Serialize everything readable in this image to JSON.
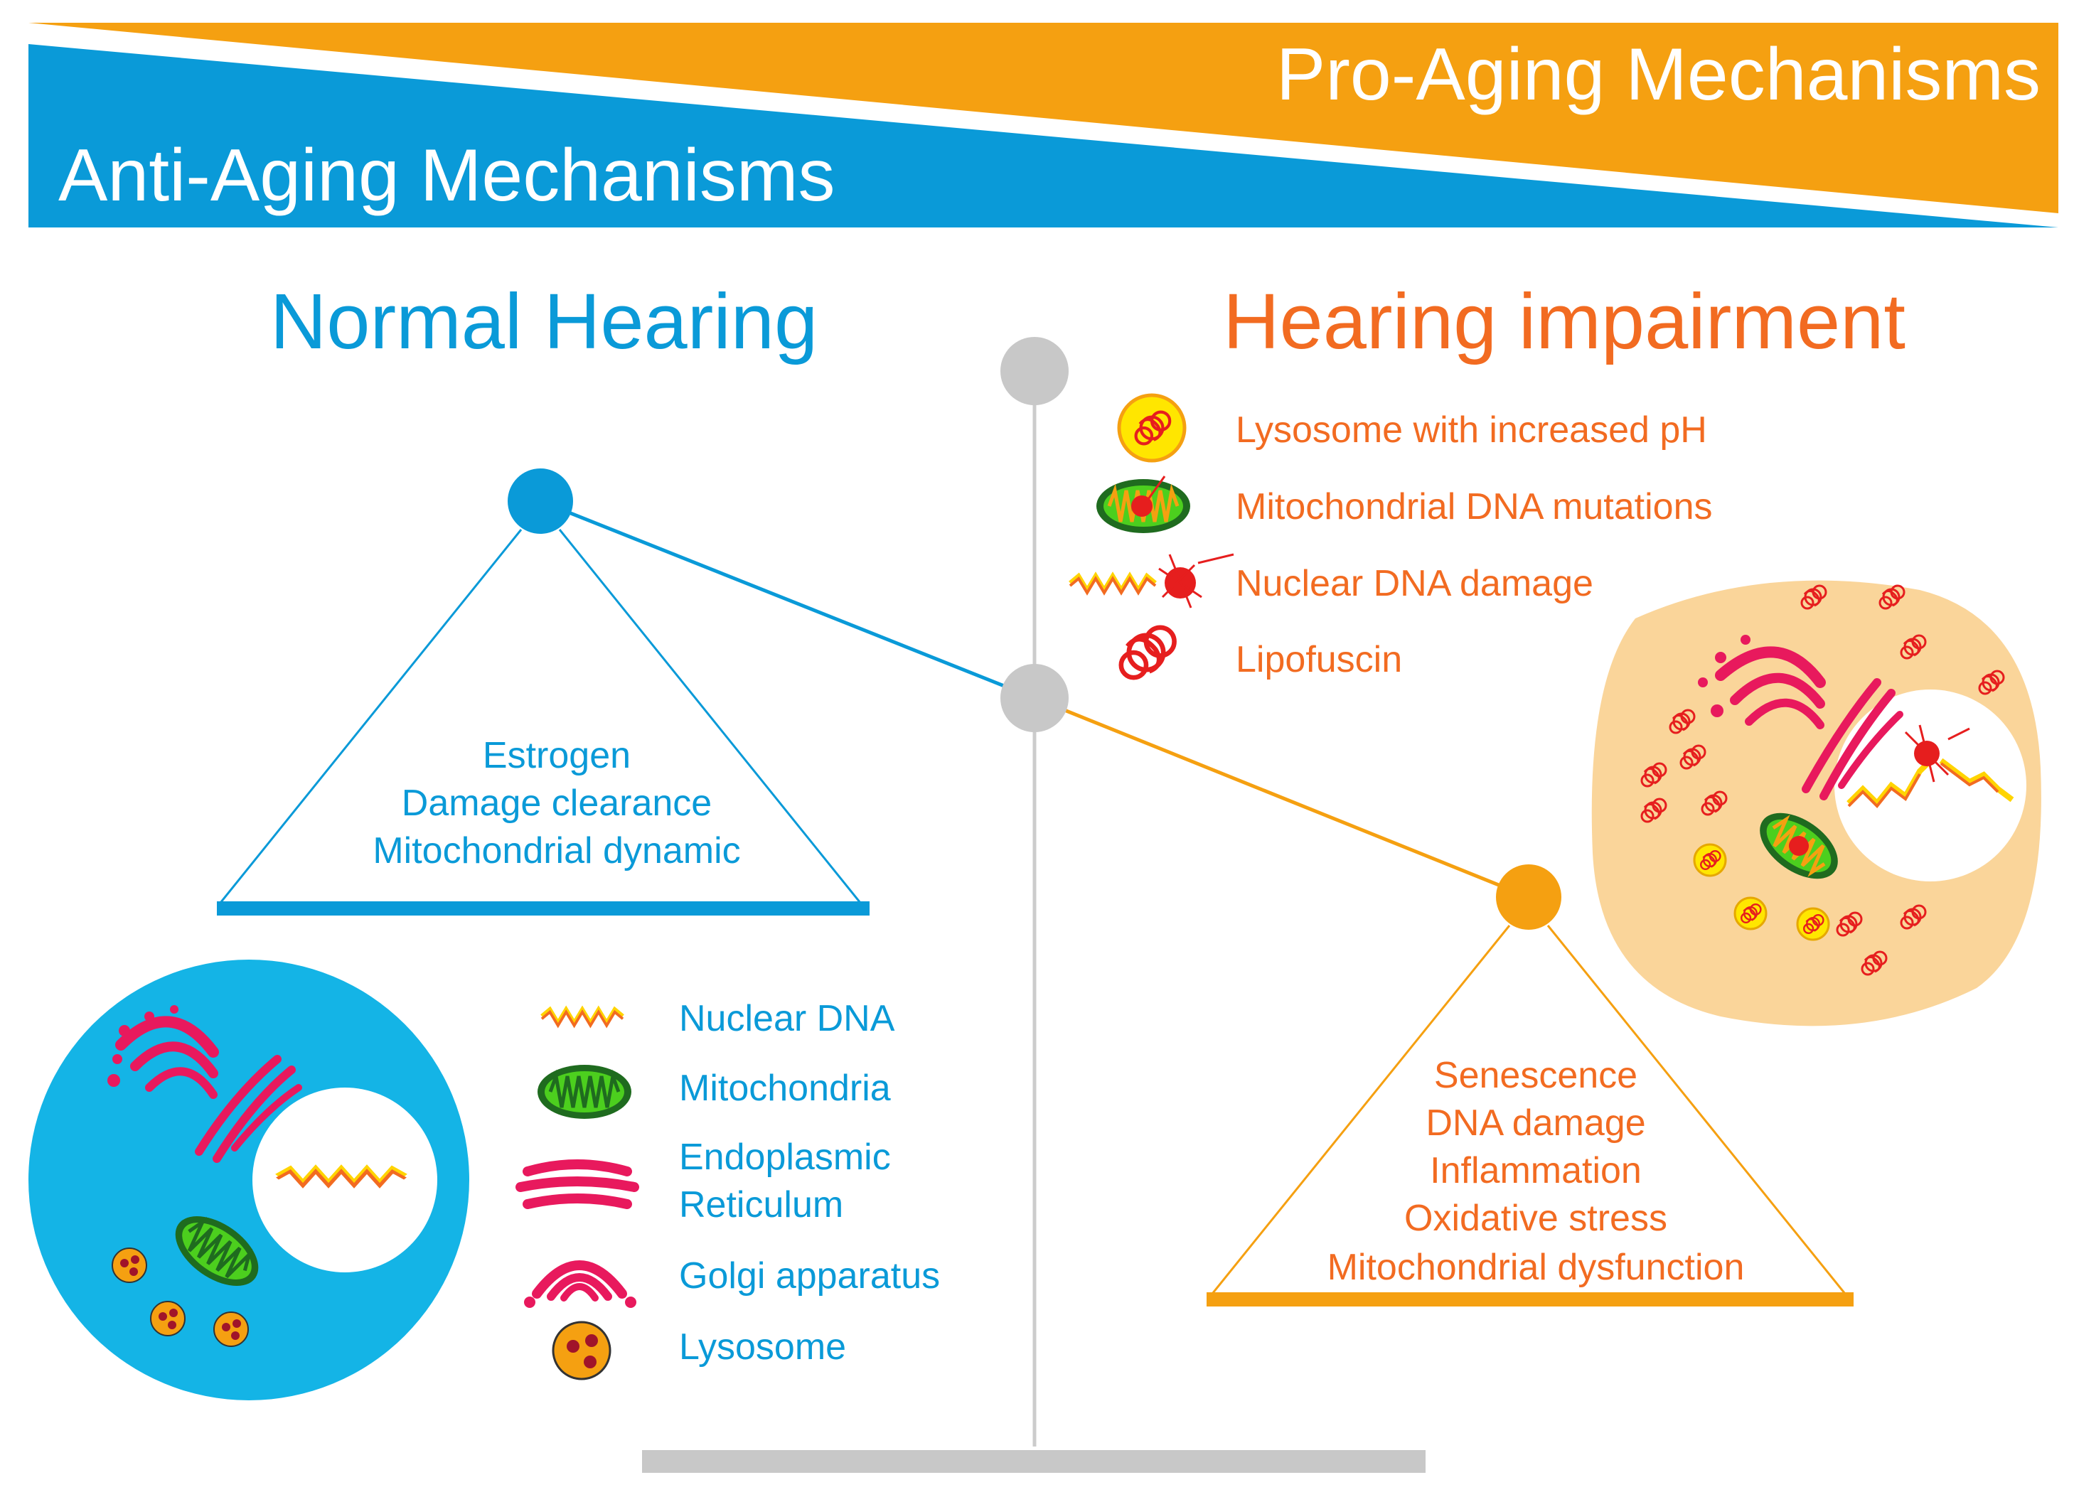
{
  "banner": {
    "pro_aging": "Pro-Aging Mechanisms",
    "anti_aging": "Anti-Aging Mechanisms"
  },
  "headings": {
    "normal": "Normal Hearing",
    "impaired": "Hearing impairment"
  },
  "normal_factors": [
    "Estrogen",
    "Damage clearance",
    "Mitochondrial dynamic"
  ],
  "impaired_factors": [
    "Senescence",
    "DNA damage",
    "Inflammation",
    "Oxidative stress",
    "Mitochondrial dysfunction"
  ],
  "normal_legend": [
    {
      "label": "Nuclear DNA",
      "icon": "dna-strand-icon"
    },
    {
      "label": "Mitochondria",
      "icon": "mitochondrion-icon"
    },
    {
      "label": "Endoplasmic",
      "label2": "Reticulum",
      "icon": "endoplasmic-reticulum-icon"
    },
    {
      "label": "Golgi apparatus",
      "icon": "golgi-apparatus-icon"
    },
    {
      "label": "Lysosome",
      "icon": "lysosome-icon"
    }
  ],
  "impaired_legend": [
    {
      "label": "Lysosome with increased pH",
      "icon": "acidic-lysosome-icon"
    },
    {
      "label": "Mitochondrial DNA mutations",
      "icon": "mutated-mitochondrion-icon"
    },
    {
      "label": "Nuclear DNA damage",
      "icon": "damaged-dna-icon"
    },
    {
      "label": "Lipofuscin",
      "icon": "lipofuscin-icon"
    }
  ],
  "colors": {
    "blue": "#0a9ad8",
    "orange": "#f5a011",
    "orange_text": "#f26b21",
    "gray": "#c8c8c8",
    "cell_blue": "#14b4e6",
    "cell_tan": "#fad59a",
    "pink": "#e8195d",
    "green": "#4ccf1e",
    "red": "#e61e1e",
    "yellow": "#ffe600"
  }
}
